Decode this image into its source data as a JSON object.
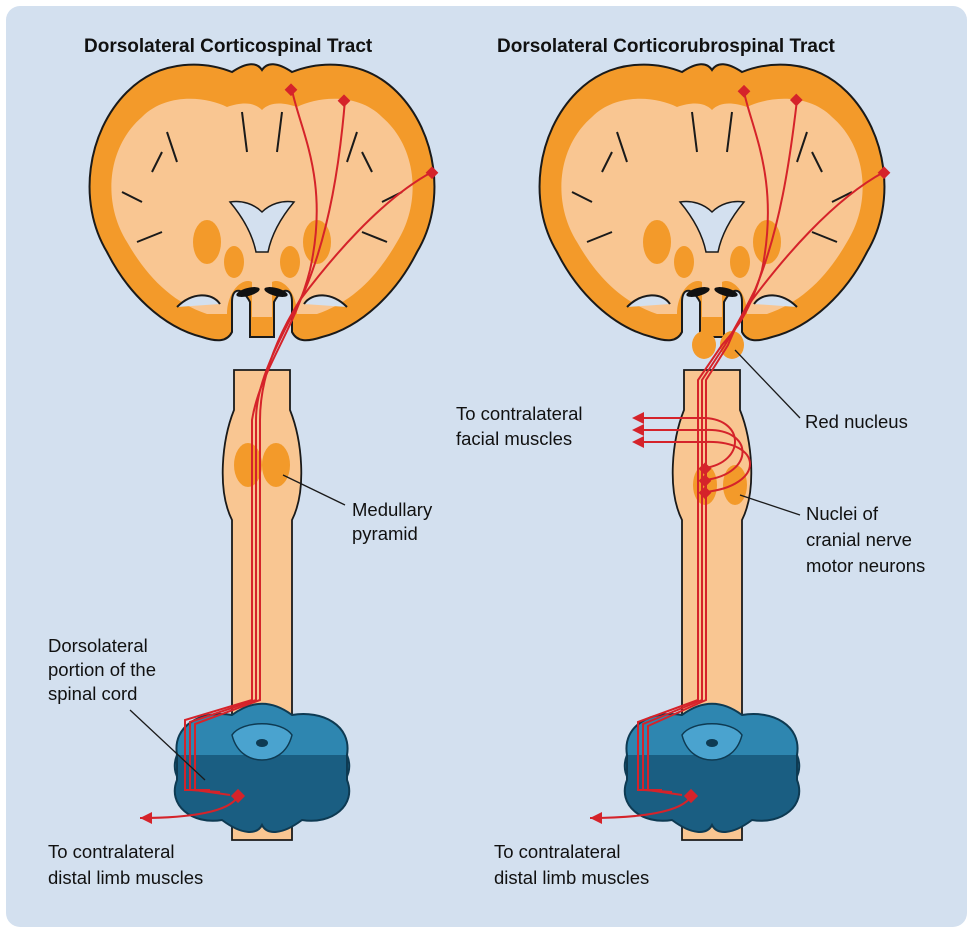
{
  "panels": {
    "left": {
      "title": "Dorsolateral Corticospinal Tract",
      "labels": {
        "medullary_pyramid": [
          "Medullary",
          "pyramid"
        ],
        "dorsolateral_portion": [
          "Dorsolateral",
          "portion of the",
          "spinal cord"
        ],
        "to_distal_limb": [
          "To contralateral",
          "distal limb muscles"
        ]
      }
    },
    "right": {
      "title": "Dorsolateral Corticorubrospinal Tract",
      "labels": {
        "to_facial": [
          "To contralateral",
          "facial muscles"
        ],
        "red_nucleus": [
          "Red nucleus"
        ],
        "cranial_nuclei": [
          "Nuclei of",
          "cranial nerve",
          "motor neurons"
        ],
        "to_distal_limb": [
          "To contralateral",
          "distal limb muscles"
        ]
      }
    }
  },
  "colors": {
    "background": "#d3e0ef",
    "brain_outer": "#f39a2a",
    "brain_inner": "#f9c692",
    "nuclei": "#f39a2a",
    "pathway": "#d5232a",
    "spinal_cord": "#2e86b0",
    "spinal_cord_dark": "#1a5e82"
  }
}
